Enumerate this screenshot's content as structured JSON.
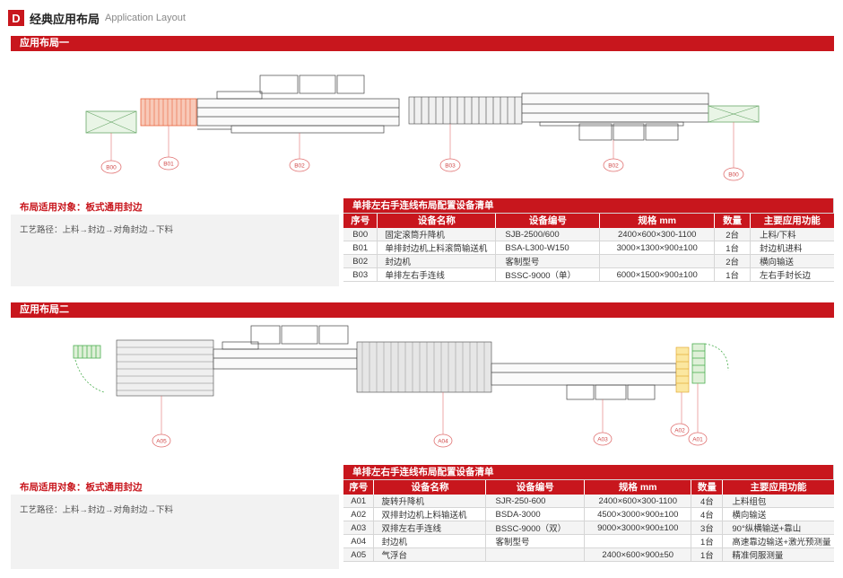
{
  "header": {
    "badge": "D",
    "title_cn": "经典应用布局",
    "title_en": "Application Layout"
  },
  "layout1": {
    "section_title": "应用布局一",
    "callouts": [
      "B00",
      "B01",
      "B02",
      "B03",
      "B02",
      "B00"
    ],
    "applies_to": "布局适用对象：板式通用封边",
    "process": "工艺路径：上料→封边→对角封边→下料",
    "table_title": "单排左右手连线布局配置设备清单",
    "columns": [
      "序号",
      "设备名称",
      "设备编号",
      "规格 mm",
      "数量",
      "主要应用功能"
    ],
    "rows": [
      [
        "B00",
        "固定滚筒升降机",
        "SJB-2500/600",
        "2400×600×300-1100",
        "2台",
        "上料/下料"
      ],
      [
        "B01",
        "单排封边机上料滚筒输送机",
        "BSA-L300-W150",
        "3000×1300×900±100",
        "1台",
        "封边机进料"
      ],
      [
        "B02",
        "封边机",
        "客制型号",
        "",
        "2台",
        "横向输送"
      ],
      [
        "B03",
        "单排左右手连线",
        "BSSC-9000（单）",
        "6000×1500×900±100",
        "1台",
        "左右手封长边"
      ]
    ]
  },
  "layout2": {
    "section_title": "应用布局二",
    "callouts": [
      "A05",
      "A04",
      "A03",
      "A02",
      "A01"
    ],
    "applies_to": "布局适用对象：板式通用封边",
    "process": "工艺路径：上料→封边→对角封边→下料",
    "table_title": "单排左右手连线布局配置设备清单",
    "columns": [
      "序号",
      "设备名称",
      "设备编号",
      "规格 mm",
      "数量",
      "主要应用功能"
    ],
    "rows": [
      [
        "A01",
        "旋转升降机",
        "SJR-250-600",
        "2400×600×300-1100",
        "4台",
        "上料组包"
      ],
      [
        "A02",
        "双排封边机上料输送机",
        "BSDA-3000",
        "4500×3000×900±100",
        "4台",
        "横向输送"
      ],
      [
        "A03",
        "双排左右手连线",
        "BSSC-9000（双）",
        "9000×3000×900±100",
        "3台",
        "90°纵横输送+靠山"
      ],
      [
        "A04",
        "封边机",
        "客制型号",
        "",
        "1台",
        "高速靠边输送+激光预测量"
      ],
      [
        "A05",
        "气浮台",
        "",
        "2400×600×900±50",
        "1台",
        "精准伺服测量"
      ]
    ]
  },
  "colors": {
    "accent": "#c8161d",
    "conveyor_green": "#4caf50",
    "roller_orange": "#e8643c"
  }
}
